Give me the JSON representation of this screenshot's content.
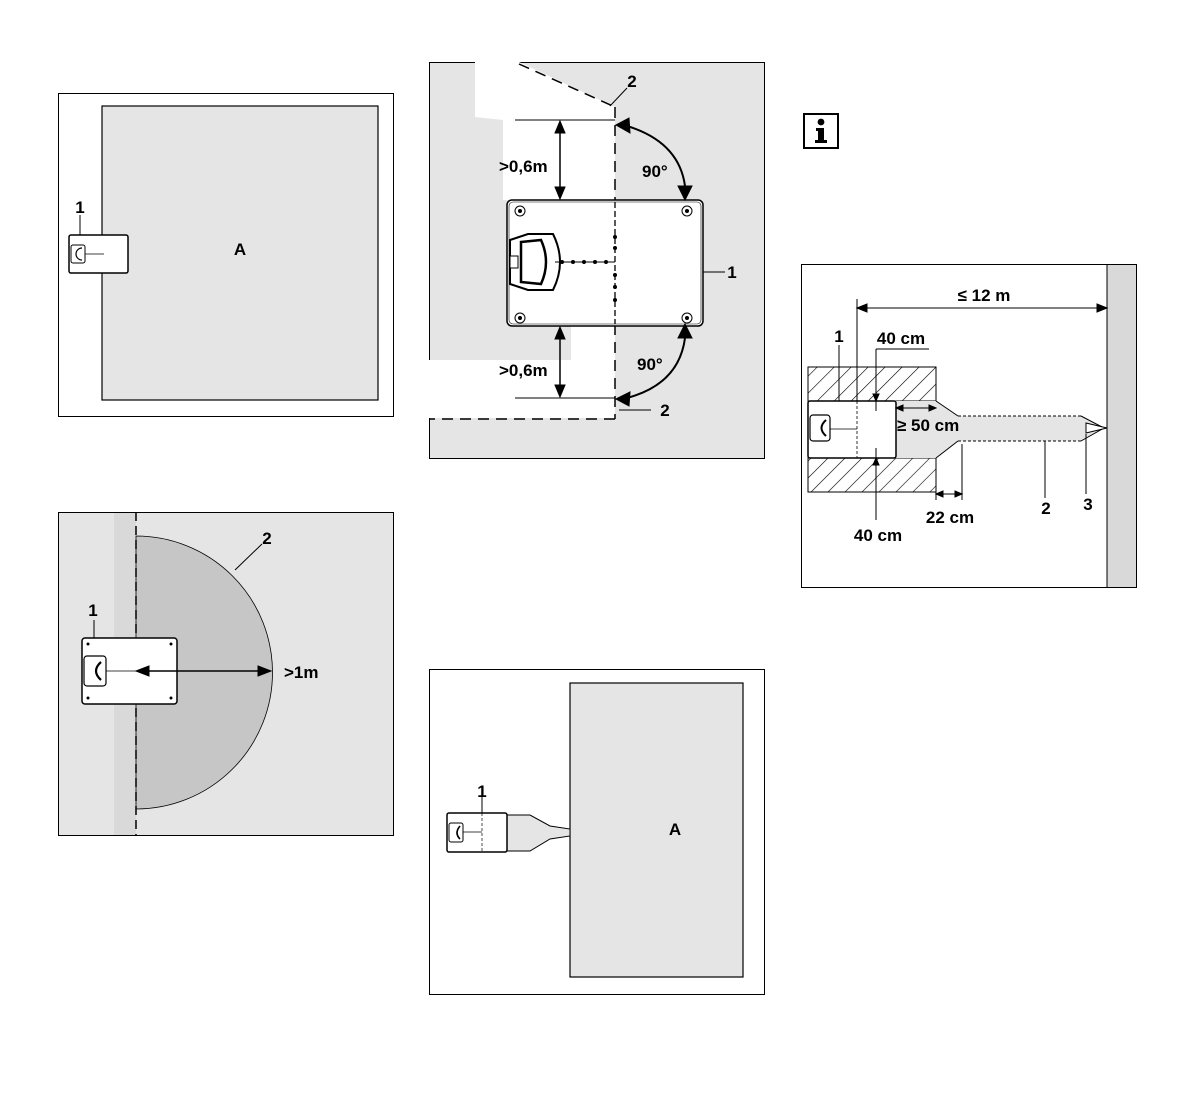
{
  "figure1": {
    "base_label": "1",
    "area_label": "A"
  },
  "figure2": {
    "base_label": "1",
    "wire_label_top": "2",
    "wire_label_bottom": "2",
    "dist_top": ">0,6m",
    "dist_bottom": ">0,6m",
    "angle_top": "90°",
    "angle_bottom": "90°"
  },
  "figure3": {
    "base_label": "1",
    "zone_label": "2",
    "dist_label": ">1m"
  },
  "figure4": {
    "base_label": "1",
    "area_label": "A"
  },
  "figure5": {
    "dist_total": "≤ 12 m",
    "base_label": "1",
    "wire_label": "2",
    "peg_label": "3",
    "width_top": "40 cm",
    "width_bottom": "40 cm",
    "length_entry": "≥ 50 cm",
    "length_neck": "22 cm"
  },
  "info": {
    "icon": "info-icon",
    "letter": "i"
  },
  "colors": {
    "lawn_gray": "#e5e5e5",
    "zone_gray": "#c6c6c6",
    "strip_gray": "#d9d9d9"
  }
}
